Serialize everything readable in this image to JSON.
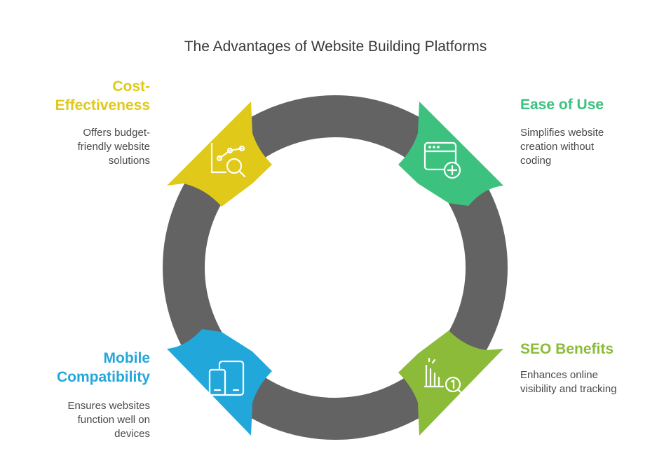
{
  "title": "The Advantages of Website Building Platforms",
  "colors": {
    "ring": "#636363",
    "cost": "#e0c918",
    "ease": "#3cc27e",
    "seo": "#8cbb3a",
    "mobile": "#22a7db",
    "icon_stroke": "#ffffff"
  },
  "items": [
    {
      "key": "cost",
      "heading_lines": [
        "Cost-",
        "Effectiveness"
      ],
      "desc_lines": [
        "Offers budget-",
        "friendly website",
        "solutions"
      ],
      "icon": "chart-search-icon"
    },
    {
      "key": "ease",
      "heading_lines": [
        "Ease of Use"
      ],
      "desc_lines": [
        "Simplifies website",
        "creation without",
        "coding"
      ],
      "icon": "browser-add-icon"
    },
    {
      "key": "seo",
      "heading_lines": [
        "SEO Benefits"
      ],
      "desc_lines": [
        "Enhances online",
        "visibility and tracking"
      ],
      "icon": "ranking-search-icon"
    },
    {
      "key": "mobile",
      "heading_lines": [
        "Mobile",
        "Compatibility"
      ],
      "desc_lines": [
        "Ensures websites",
        "function well on",
        "devices"
      ],
      "icon": "devices-icon"
    }
  ]
}
